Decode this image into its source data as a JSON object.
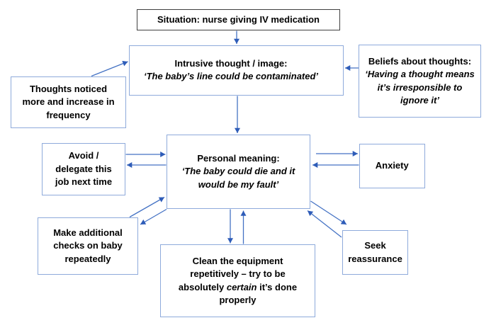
{
  "diagram": {
    "boxes": {
      "situation": {
        "text": "Situation: nurse giving IV medication"
      },
      "intrusive_thought": {
        "title": "Intrusive thought / image:",
        "quote": "‘The baby’s line could be contaminated’"
      },
      "beliefs_about_thoughts": {
        "title": "Beliefs about thoughts:",
        "quote": "‘Having a thought means\nit’s irresponsible to\nignore it’"
      },
      "thoughts_noticed": {
        "text": "Thoughts noticed\nmore and increase in\nfrequency"
      },
      "personal_meaning": {
        "title": "Personal meaning:",
        "quote": "‘The baby could die and it\nwould be my fault’"
      },
      "avoid_delegate": {
        "text": "Avoid /\ndelegate this\njob next time"
      },
      "anxiety": {
        "text": "Anxiety"
      },
      "additional_checks": {
        "text": "Make additional\nchecks on baby\nrepeatedly"
      },
      "clean_equipment": {
        "text_before": "Clean the equipment\nrepetitively – try to be\nabsolutely ",
        "text_italic": "certain",
        "text_after": " it’s done\nproperly"
      },
      "seek_reassurance": {
        "text": "Seek\nreassurance"
      }
    },
    "colors": {
      "arrow": "#4472C4",
      "arrowhead": "#2E5CB8",
      "box_border": "#8EAADB",
      "situation_border": "#404040",
      "text": "#000000",
      "background": "#FFFFFF"
    }
  }
}
